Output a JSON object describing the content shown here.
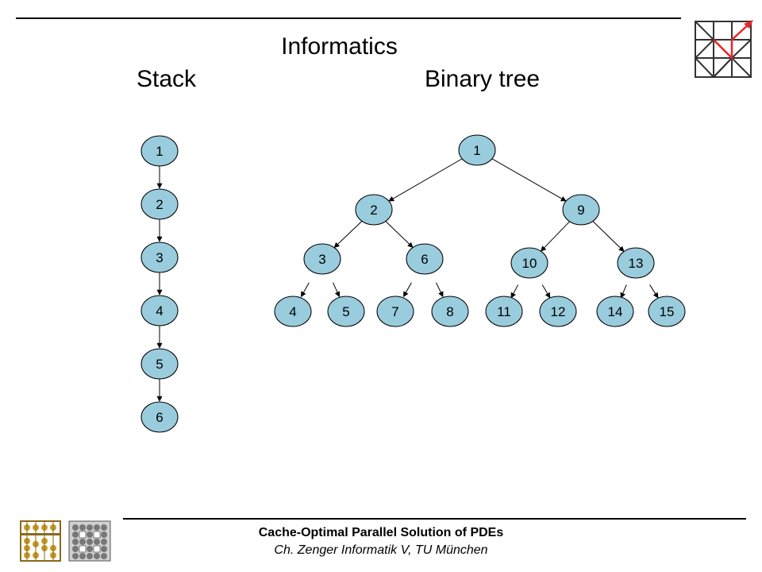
{
  "slide": {
    "title": "Informatics",
    "stack_heading": "Stack",
    "tree_heading": "Binary tree"
  },
  "footer": {
    "title": "Cache-Optimal Parallel Solution of PDEs",
    "subtitle": "Ch. Zenger Informatik V, TU München"
  },
  "colors": {
    "node_fill": "#99ccdd",
    "logo_accent": "#e8262a",
    "rule": "#000000"
  },
  "icons": [
    "corner-logo-icon",
    "abacus-icon",
    "grid-logo-icon"
  ],
  "stack": {
    "nodes": [
      "1",
      "2",
      "3",
      "4",
      "5",
      "6"
    ]
  },
  "tree": {
    "nodes": {
      "1": "1",
      "2": "2",
      "3": "3",
      "4": "4",
      "5": "5",
      "6": "6",
      "7": "7",
      "8": "8",
      "9": "9",
      "10": "10",
      "11": "11",
      "12": "12",
      "13": "13",
      "14": "14",
      "15": "15"
    },
    "edges": [
      [
        "1",
        "2"
      ],
      [
        "1",
        "9"
      ],
      [
        "2",
        "3"
      ],
      [
        "2",
        "6"
      ],
      [
        "3",
        "4"
      ],
      [
        "3",
        "5"
      ],
      [
        "6",
        "7"
      ],
      [
        "6",
        "8"
      ],
      [
        "9",
        "10"
      ],
      [
        "9",
        "13"
      ],
      [
        "10",
        "11"
      ],
      [
        "10",
        "12"
      ],
      [
        "13",
        "14"
      ],
      [
        "13",
        "15"
      ]
    ]
  }
}
